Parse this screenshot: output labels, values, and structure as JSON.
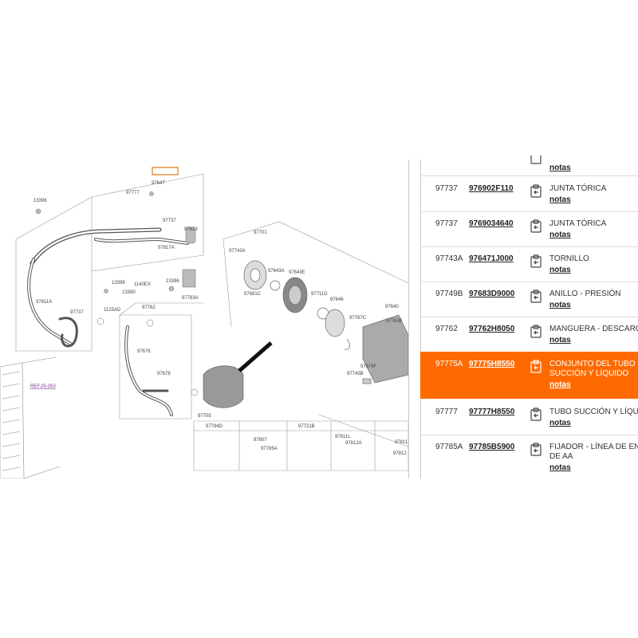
{
  "diagram": {
    "labels": [
      "97647",
      "97777",
      "13396",
      "97737",
      "97623",
      "97817A",
      "13396",
      "1140EX",
      "13396",
      "13390",
      "97783A",
      "97811A",
      "97737",
      "1125AD",
      "97762",
      "97676",
      "97678",
      "97705",
      "97701",
      "97743A",
      "97643A",
      "97643E",
      "97681C",
      "97711D",
      "97646",
      "97767C",
      "97640",
      "97763E",
      "97674F",
      "97743B",
      "97794D",
      "97807",
      "97785A",
      "97721B",
      "97811L",
      "97812A",
      "97811",
      "97812"
    ],
    "ref_link": "REF.25-253"
  },
  "parts": {
    "top_notes": "notas",
    "rows": [
      {
        "ref": "97737",
        "pn": "976902F110",
        "desc": "JUNTA TÓRICA",
        "notes": "notas",
        "highlight": false
      },
      {
        "ref": "97737",
        "pn": "9769034640",
        "desc": "JUNTA TÓRICA",
        "notes": "notas",
        "highlight": false
      },
      {
        "ref": "97743A",
        "pn": "976471J000",
        "desc": "TORNILLO",
        "notes": "notas",
        "highlight": false
      },
      {
        "ref": "97749B",
        "pn": "97683D9000",
        "desc": "ANILLO - PRESIÓN",
        "notes": "notas",
        "highlight": false
      },
      {
        "ref": "97762",
        "pn": "97762H8050",
        "desc": "MANGUERA - DESCARGA",
        "notes": "notas",
        "highlight": false
      },
      {
        "ref": "97775A",
        "pn": "97775H8550",
        "desc": "CONJUNTO DEL TUBO -\nSUCCIÓN Y LÍQUIDO",
        "notes": "notas",
        "highlight": true
      },
      {
        "ref": "97777",
        "pn": "97777H8550",
        "desc": "TUBO SUCCIÓN Y LÍQUIDO",
        "notes": "notas",
        "highlight": false
      },
      {
        "ref": "97785A",
        "pn": "97785B5900",
        "desc": "FIJADOR - LÍNEA DE ENFR\nDE AA",
        "notes": "notas",
        "highlight": false
      }
    ]
  },
  "colors": {
    "highlight": "#ff6a00",
    "ref_link": "#7a2b8a"
  }
}
